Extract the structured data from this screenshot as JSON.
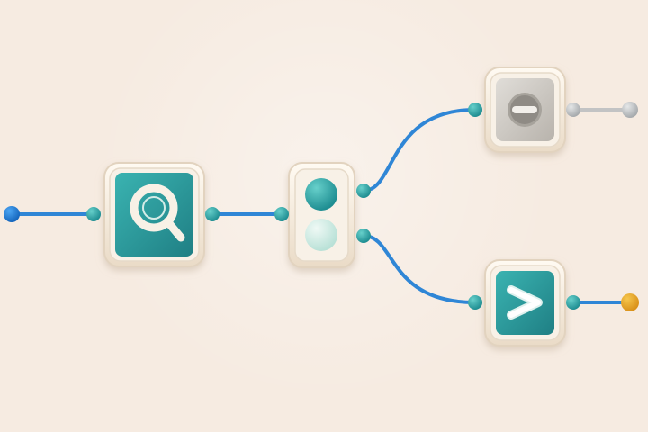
{
  "diagram": {
    "colors": {
      "background": "#f6ebe1",
      "connector": "#2f86d6",
      "teal": "#2b9a9d",
      "teal_dark": "#1f7b7f",
      "mint": "#c7e8e0",
      "frame": "#f7efe2",
      "frame_shadow": "#d7c9b7",
      "gray_button": "#cfcbc4",
      "gray_button_dark": "#a9a49d",
      "endpoint_blue": "#1d73c9",
      "endpoint_gray": "#bfc1c2",
      "endpoint_orange": "#e1a11f"
    },
    "nodes": [
      {
        "name": "search-node",
        "icon": "search-icon"
      },
      {
        "name": "toggle-node",
        "icon": "two-state-switch-icon"
      },
      {
        "name": "remove-node",
        "icon": "minus-icon"
      },
      {
        "name": "forward-node",
        "icon": "chevron-right-icon"
      }
    ]
  }
}
